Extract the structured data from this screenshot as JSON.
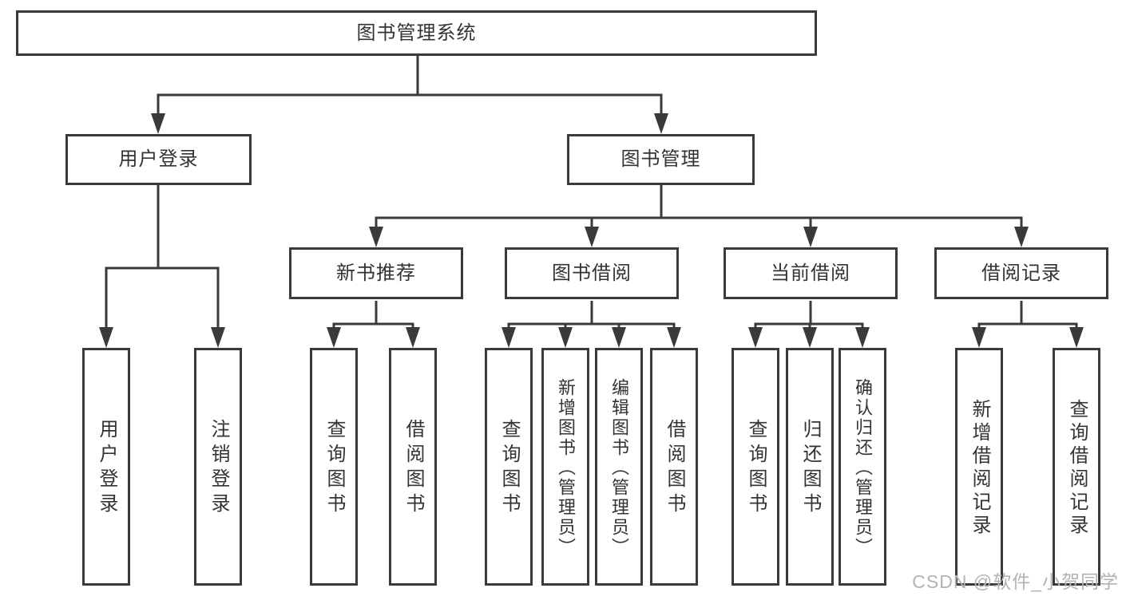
{
  "tree": {
    "label": "图书管理系统",
    "children": [
      {
        "label": "用户登录",
        "children": [
          {
            "label": "用户登录"
          },
          {
            "label": "注销登录"
          }
        ]
      },
      {
        "label": "图书管理",
        "children": [
          {
            "label": "新书推荐",
            "children": [
              {
                "label": "查询图书"
              },
              {
                "label": "借阅图书"
              }
            ]
          },
          {
            "label": "图书借阅",
            "children": [
              {
                "label": "查询图书"
              },
              {
                "label": "新增图书（管理员）"
              },
              {
                "label": "编辑图书（管理员）"
              },
              {
                "label": "借阅图书"
              }
            ]
          },
          {
            "label": "当前借阅",
            "children": [
              {
                "label": "查询图书"
              },
              {
                "label": "归还图书"
              },
              {
                "label": "确认归还（管理员）"
              }
            ]
          },
          {
            "label": "借阅记录",
            "children": [
              {
                "label": "新增借阅记录"
              },
              {
                "label": "查询借阅记录"
              }
            ]
          }
        ]
      }
    ]
  },
  "watermark": {
    "text": "CSDN @软件_小贺同学"
  },
  "colors": {
    "line": "#3a3a3a",
    "box_border": "#3a3a3a",
    "box_fill": "#ffffff",
    "text": "#333333",
    "watermark": "#b3b3b3",
    "background": "#ffffff"
  }
}
